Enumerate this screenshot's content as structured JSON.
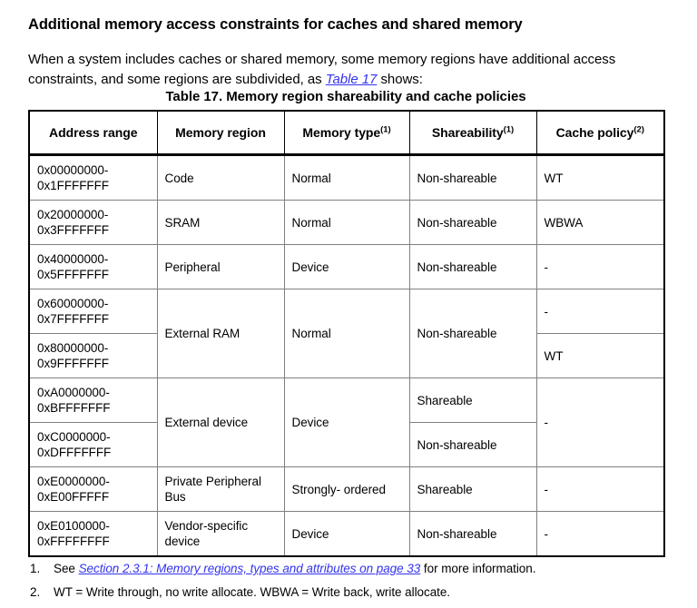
{
  "heading": "Additional memory access constraints for caches and shared memory",
  "intro": {
    "part1": "When a system includes caches or shared memory, some memory regions have additional access constraints, and some regions are subdivided, as ",
    "link": "Table 17",
    "part2": " shows:"
  },
  "table": {
    "caption": "Table 17. Memory region shareability and cache policies",
    "headers": [
      {
        "label": "Address range",
        "note": ""
      },
      {
        "label": "Memory region",
        "note": ""
      },
      {
        "label": "Memory type",
        "note": "(1)"
      },
      {
        "label": "Shareability",
        "note": "(1)"
      },
      {
        "label": "Cache policy",
        "note": "(2)"
      }
    ],
    "rows": [
      {
        "address": "0x00000000-\n0x1FFFFFFF",
        "region": "Code",
        "type": "Normal",
        "shareability": "Non-shareable",
        "cache": "WT"
      },
      {
        "address": "0x20000000-\n0x3FFFFFFF",
        "region": "SRAM",
        "type": "Normal",
        "shareability": "Non-shareable",
        "cache": "WBWA"
      },
      {
        "address": "0x40000000-\n0x5FFFFFFF",
        "region": "Peripheral",
        "type": "Device",
        "shareability": "Non-shareable",
        "cache": "-"
      },
      {
        "address": "0x60000000-\n0x7FFFFFFF",
        "region": "External RAM",
        "type": "Normal",
        "shareability": "Non-shareable",
        "cache": "-"
      },
      {
        "address": "0x80000000-\n0x9FFFFFFF",
        "cache": "WT"
      },
      {
        "address": "0xA0000000-\n0xBFFFFFFF",
        "region": "External device",
        "type": "Device",
        "shareability": "Shareable",
        "cache": "-"
      },
      {
        "address": "0xC0000000-\n0xDFFFFFFF",
        "shareability": "Non-shareable"
      },
      {
        "address": "0xE0000000-\n0xE00FFFFF",
        "region": "Private Peripheral Bus",
        "type": "Strongly- ordered",
        "shareability": "Shareable",
        "cache": "-"
      },
      {
        "address": "0xE0100000-\n0xFFFFFFFF",
        "region": "Vendor-specific device",
        "type": "Device",
        "shareability": "Non-shareable",
        "cache": "-"
      }
    ]
  },
  "footnotes": [
    {
      "num": "1.",
      "pre": "See ",
      "link": "Section 2.3.1: Memory regions, types and attributes on page 33",
      "post": " for more information."
    },
    {
      "num": "2.",
      "pre": "WT = Write through, no write allocate. WBWA = Write back, write allocate.",
      "link": "",
      "post": ""
    }
  ],
  "colors": {
    "link": "#3333ee",
    "text": "#000000",
    "border_outer": "#000000",
    "border_inner": "#808080"
  }
}
